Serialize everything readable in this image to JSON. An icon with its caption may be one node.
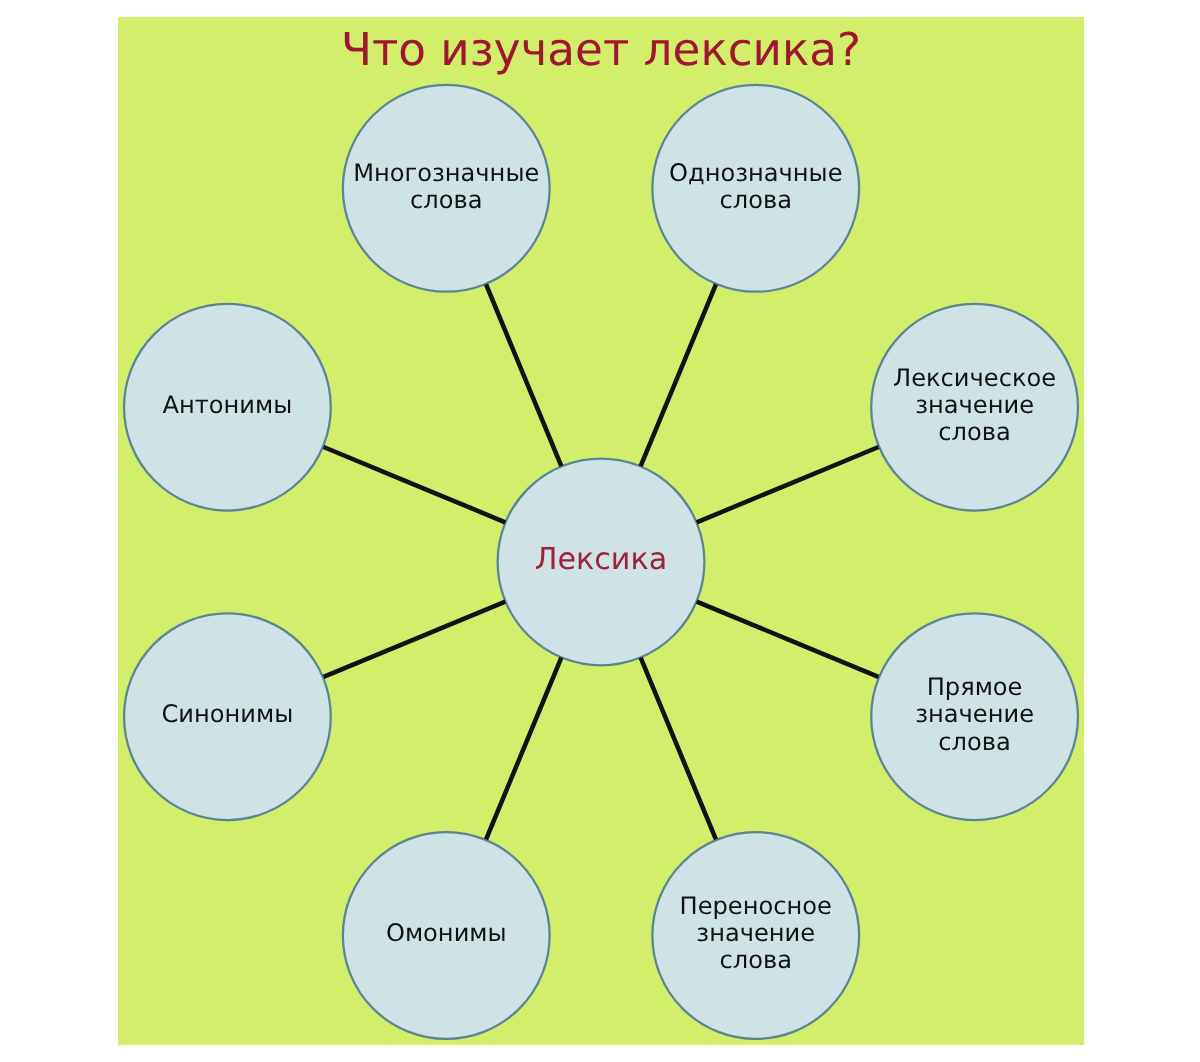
{
  "diagram": {
    "title": "Что изучает лексика?",
    "nodes": [
      {
        "text": [
          "Лексика"
        ]
      },
      {
        "text": [
          "Лексическое значение слова"
        ]
      },
      {
        "text": [
          "Однозначные слова"
        ]
      },
      {
        "text": [
          "Многозначные слова"
        ]
      },
      {
        "text": [
          "Антонимы"
        ]
      },
      {
        "text": [
          "Синонимы"
        ]
      },
      {
        "text": [
          "Омонимы"
        ]
      },
      {
        "text": [
          "Переносное значение слова"
        ]
      },
      {
        "text": [
          "Прямое значение слова"
        ]
      }
    ],
    "edges": [
      {
        "from": 0,
        "to": 1,
        "arrow": "none"
      },
      {
        "from": 0,
        "to": 2,
        "arrow": "none"
      },
      {
        "from": 0,
        "to": 3,
        "arrow": "none"
      },
      {
        "from": 0,
        "to": 4,
        "arrow": "none"
      },
      {
        "from": 0,
        "to": 5,
        "arrow": "none"
      },
      {
        "from": 0,
        "to": 6,
        "arrow": "none"
      },
      {
        "from": 0,
        "to": 7,
        "arrow": "none"
      },
      {
        "from": 0,
        "to": 8,
        "arrow": "none"
      }
    ]
  }
}
